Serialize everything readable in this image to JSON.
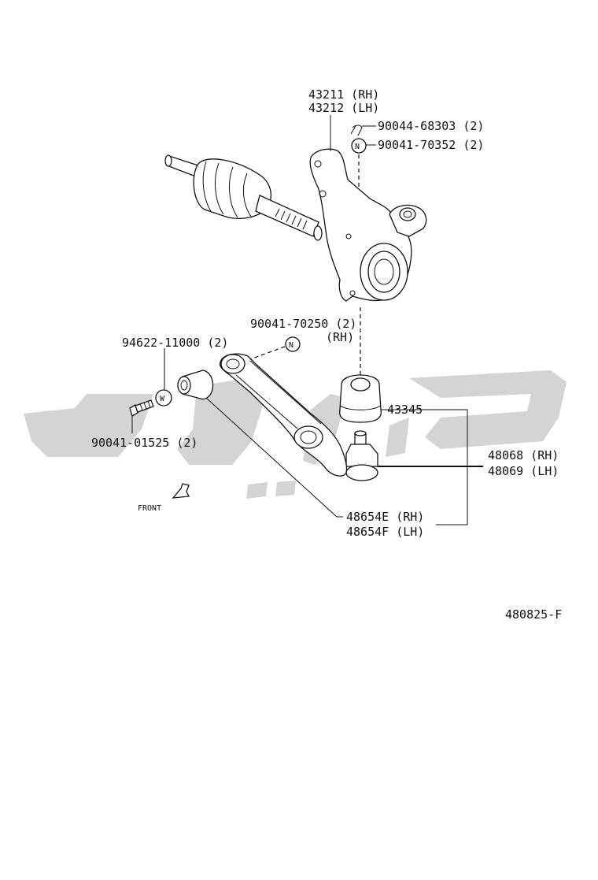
{
  "labels": {
    "knuckle_rh": "43211 (RH)",
    "knuckle_lh": "43212 (LH)",
    "cotter_pin": "90044-68303 (2)",
    "nut_top": "90041-70352 (2)",
    "nut_mid_1": "90041-70250 (2)",
    "nut_mid_2": "(RH)",
    "washer": "94622-11000 (2)",
    "bolt": "90041-01525 (2)",
    "ball_joint_boot": "43345",
    "ball_joint_rh": "48068 (RH)",
    "ball_joint_lh": "48069 (LH)",
    "arm_rh": "48654E (RH)",
    "arm_lh": "48654F (LH)",
    "front": "FRONT",
    "figure_code": "480825-F"
  },
  "symbols": {
    "nut_letter": "N",
    "washer_letter": "W"
  },
  "colors": {
    "line": "#111111",
    "watermark": "#d4d4d4"
  }
}
